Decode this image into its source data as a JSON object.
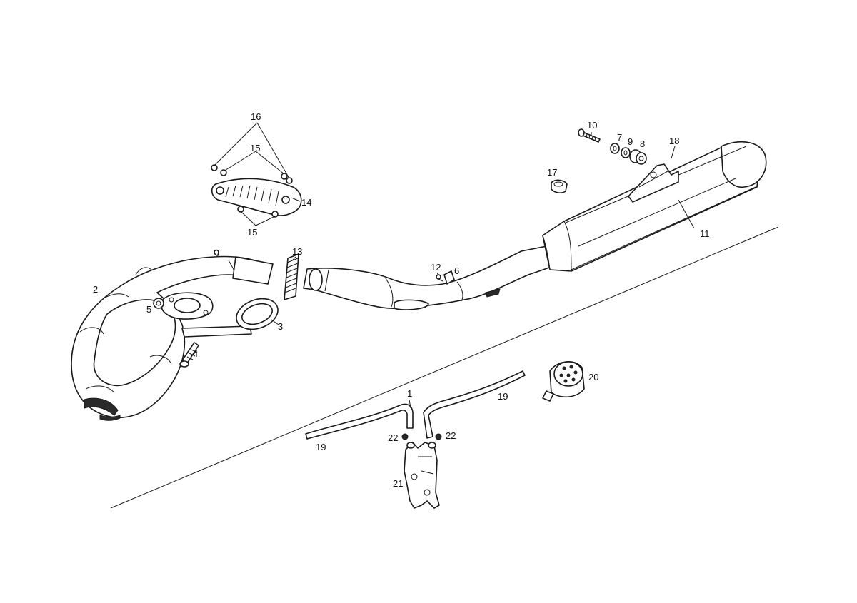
{
  "diagram": {
    "callouts": {
      "c1": "1",
      "c2": "2",
      "c3": "3",
      "c4": "4",
      "c5": "5",
      "c6": "6",
      "c7": "7",
      "c8": "8",
      "c9": "9",
      "c10": "10",
      "c11": "11",
      "c12": "12",
      "c13": "13",
      "c14": "14",
      "c15a": "15",
      "c15b": "15",
      "c16": "16",
      "c17": "17",
      "c18": "18",
      "c19a": "19",
      "c19b": "19",
      "c20": "20",
      "c21": "21",
      "c22a": "22",
      "c22b": "22"
    }
  }
}
